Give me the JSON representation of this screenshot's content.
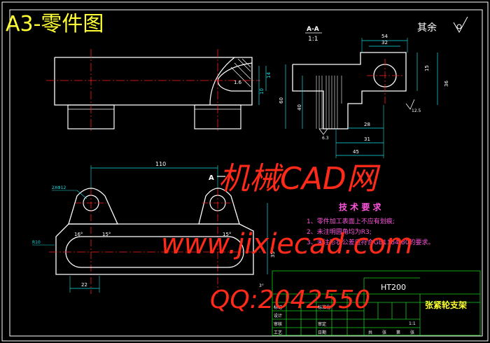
{
  "sheet": {
    "title": "A3-零件图",
    "roughness_note": "其余"
  },
  "section_view": {
    "label": "A-A",
    "scale": "1:1",
    "dims": {
      "top_outer": "54",
      "top_inner": "32",
      "right_height": "15",
      "right_full": "36",
      "left_height": "60",
      "left_inner": "40",
      "inner_width": "28",
      "bottom_width": "31",
      "bottom_full": "45",
      "roughness_right": "12.5",
      "roughness_left": "6.3"
    }
  },
  "front_view": {
    "dims": {
      "hole_r": "1.6",
      "right_h1": "10",
      "right_h2": "14"
    }
  },
  "top_view": {
    "section_mark": "A",
    "dims": {
      "overall": "110",
      "holes": "2XΦ12",
      "radius": "R10",
      "angle_left": "16°",
      "angle_mid": "15°",
      "angle_right": "15°",
      "bottom_width": "22",
      "right_note": "3°",
      "vertical": "35"
    }
  },
  "tech_req": {
    "title": "技 术 要 求",
    "items": [
      "1、零件加工表面上不应有划痕;",
      "2、未注明圆角均为R3;",
      "3、未注形状公差应符合GB1184-80的要求。"
    ]
  },
  "title_block": {
    "material": "HT200",
    "part_name": "张紧轮支架",
    "scale": "1:1",
    "rows": [
      "标记",
      "设计",
      "审核",
      "工艺"
    ],
    "sub": [
      "标准化",
      "",
      "审定",
      "日期"
    ],
    "footer": [
      "共",
      "张",
      "第",
      "张"
    ]
  },
  "watermark": {
    "cn": "机械CAD网",
    "url": "www.jixiecad.com",
    "qq": "QQ:2042550"
  },
  "colors": {
    "outline": "#ffffff",
    "center": "#ff2020",
    "dimension": "#19e0e8",
    "title_yellow": "#ffff33",
    "frame_green": "#18d018",
    "watermark_red": "#ff2a1a",
    "note_pink": "#ff55dd"
  }
}
